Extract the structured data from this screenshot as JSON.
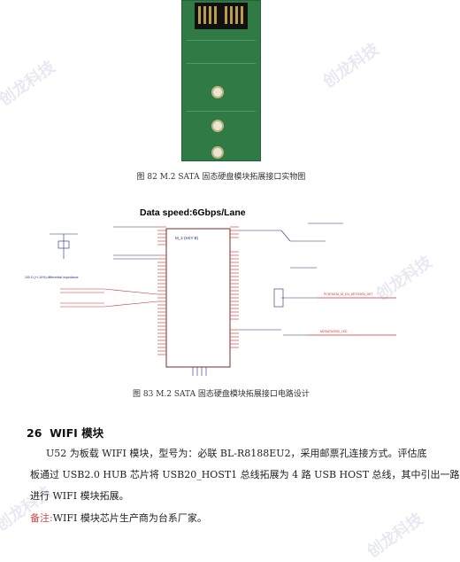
{
  "figure82": {
    "caption": "图  82 M.2 SATA 固态硬盘模块拓展接口实物图"
  },
  "schematic": {
    "banner": "Data speed:6Gbps/Lane",
    "ic_label": "M_2 (KEY B)",
    "diff_note": "100 Ω (+/-10%) differential impedance",
    "right_net_1": "PCIE/SATA_M_CN_DET/SATA_DET",
    "right_net_2": "M2/SATA/SSD_LED"
  },
  "figure83": {
    "caption": "图  83 M.2 SATA 固态硬盘模块拓展接口电路设计"
  },
  "section": {
    "number": "26",
    "title": "WIFI 模块"
  },
  "paragraph_lines": [
    "U52 为板载 WIFI 模块，型号为：必联 BL-R8188EU2，采用邮票孔连接方式。评估底",
    "板通过 USB2.0 HUB 芯片将 USB20_HOST1 总线拓展为 4 路 USB HOST 总线，其中引出一路",
    "进行 WIFI 模块拓展。"
  ],
  "note": {
    "label": "备注:",
    "text": "WIFI 模块芯片生产商为台系厂家。"
  },
  "watermark": "创龙科技",
  "colors": {
    "pcb": "#2f7a45",
    "wire": "#1f2a8a",
    "pin_red": "#d62b2b",
    "note_red": "#d64545"
  }
}
